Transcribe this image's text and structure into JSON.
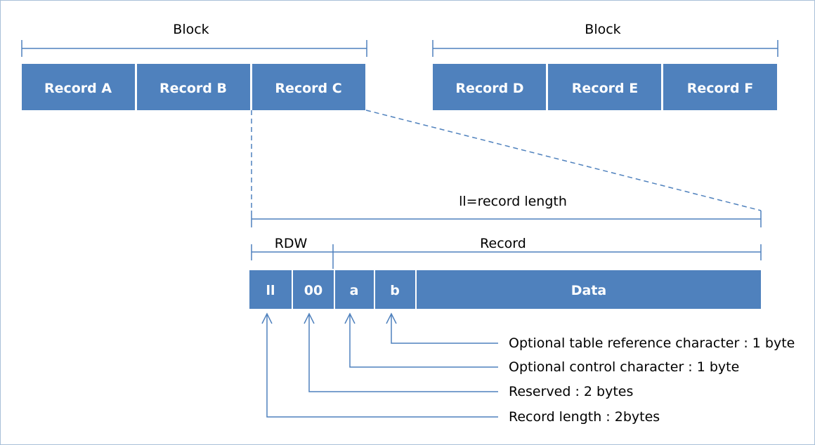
{
  "colors": {
    "box_fill": "#4f81bd",
    "box_text": "#ffffff",
    "line": "#4f81bd",
    "frame": "#a8c0d8"
  },
  "blocks": [
    {
      "label": "Block",
      "records": [
        "Record A",
        "Record B",
        "Record C"
      ]
    },
    {
      "label": "Block",
      "records": [
        "Record D",
        "Record E",
        "Record F"
      ]
    }
  ],
  "detail": {
    "length_label": "ll=record length",
    "rdw_label": "RDW",
    "record_label": "Record",
    "fields": [
      "ll",
      "00",
      "a",
      "b",
      "Data"
    ]
  },
  "annotations": [
    "Optional table reference character : 1 byte",
    "Optional control character : 1 byte",
    "Reserved : 2 bytes",
    "Record length : 2bytes"
  ]
}
